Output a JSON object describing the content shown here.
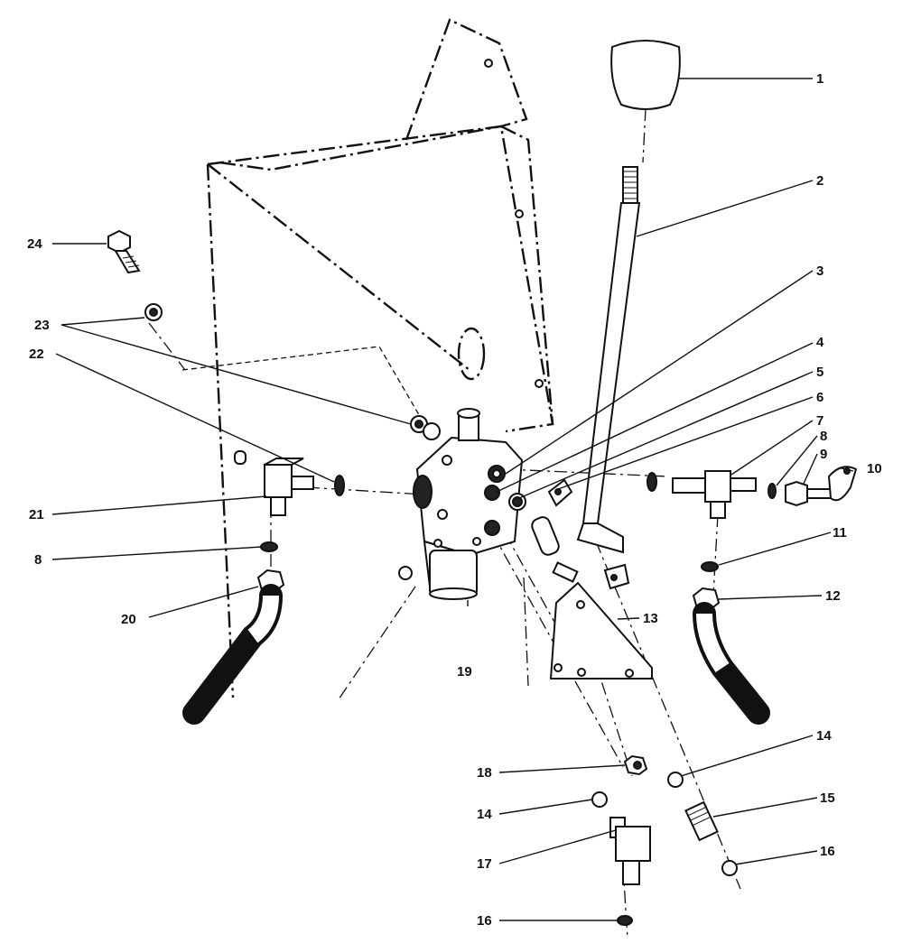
{
  "diagram": {
    "callouts": [
      {
        "id": "1",
        "label": "1"
      },
      {
        "id": "2",
        "label": "2"
      },
      {
        "id": "3",
        "label": "3"
      },
      {
        "id": "4",
        "label": "4"
      },
      {
        "id": "5",
        "label": "5"
      },
      {
        "id": "6",
        "label": "6"
      },
      {
        "id": "7",
        "label": "7"
      },
      {
        "id": "8a",
        "label": "8"
      },
      {
        "id": "9",
        "label": "9"
      },
      {
        "id": "10",
        "label": "10"
      },
      {
        "id": "11",
        "label": "11"
      },
      {
        "id": "12",
        "label": "12"
      },
      {
        "id": "13",
        "label": "13"
      },
      {
        "id": "14a",
        "label": "14"
      },
      {
        "id": "15",
        "label": "15"
      },
      {
        "id": "16a",
        "label": "16"
      },
      {
        "id": "16b",
        "label": "16"
      },
      {
        "id": "17",
        "label": "17"
      },
      {
        "id": "14b",
        "label": "14"
      },
      {
        "id": "18",
        "label": "18"
      },
      {
        "id": "19",
        "label": "19"
      },
      {
        "id": "20",
        "label": "20"
      },
      {
        "id": "8b",
        "label": "8"
      },
      {
        "id": "21",
        "label": "21"
      },
      {
        "id": "22",
        "label": "22"
      },
      {
        "id": "23",
        "label": "23"
      },
      {
        "id": "24",
        "label": "24"
      }
    ]
  }
}
